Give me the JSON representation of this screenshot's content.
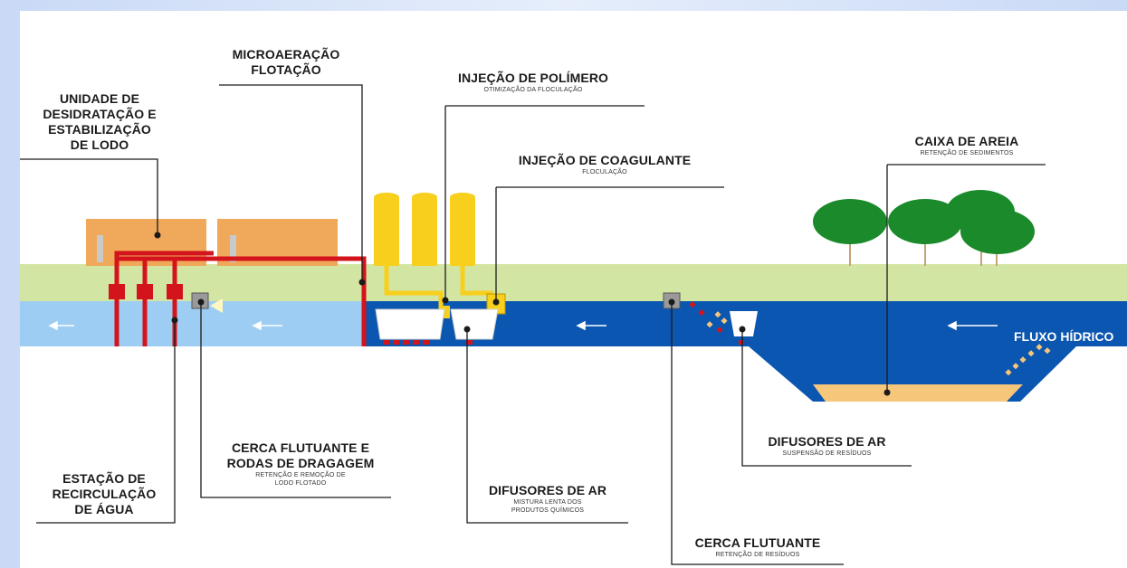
{
  "labels": {
    "microaeracao": {
      "title": [
        "MICROAERAÇÃO",
        "FLOTAÇÃO"
      ],
      "subtitle": []
    },
    "desidratacao": {
      "title": [
        "UNIDADE DE",
        "DESIDRATAÇÃO E",
        "ESTABILIZAÇÃO",
        "DE LODO"
      ],
      "subtitle": []
    },
    "polimero": {
      "title": [
        "INJEÇÃO DE POLÍMERO"
      ],
      "subtitle": [
        "OTIMIZAÇÃO DA FLOCULAÇÃO"
      ]
    },
    "coagulante": {
      "title": [
        "INJEÇÃO DE COAGULANTE"
      ],
      "subtitle": [
        "FLOCULAÇÃO"
      ]
    },
    "caixa_areia": {
      "title": [
        "CAIXA DE AREIA"
      ],
      "subtitle": [
        "RETENÇÃO DE SEDIMENTOS"
      ]
    },
    "cerca_dragagem": {
      "title": [
        "CERCA FLUTUANTE E",
        "RODAS DE DRAGAGEM"
      ],
      "subtitle": [
        "RETENÇÃO E REMOÇÃO DE",
        "LODO FLOTADO"
      ]
    },
    "estacao": {
      "title": [
        "ESTAÇÃO DE",
        "RECIRCULAÇÃO",
        "DE ÁGUA"
      ],
      "subtitle": []
    },
    "difusores_mistura": {
      "title": [
        "DIFUSORES DE AR"
      ],
      "subtitle": [
        "MISTURA LENTA DOS",
        "PRODUTOS QUÍMICOS"
      ]
    },
    "difusores_suspensao": {
      "title": [
        "DIFUSORES DE AR"
      ],
      "subtitle": [
        "SUSPENSÃO DE RESÍDUOS"
      ]
    },
    "cerca_flutuante": {
      "title": [
        "CERCA FLUTUANTE"
      ],
      "subtitle": [
        "RETENÇÃO DE RESÍDUOS"
      ]
    }
  },
  "flow_label": "FLUXO HÍDRICO",
  "colors": {
    "water_light": "#9dcdf3",
    "water_dark": "#0b56b0",
    "ground": "#d3e5a2",
    "building": "#f0a95a",
    "silo": "#f7cf1c",
    "pipe_red": "#d4141c",
    "pipe_yellow": "#f7cf1c",
    "tree": "#1a8a2a",
    "sand": "#f6c67b",
    "leader": "#1b1b1b"
  }
}
